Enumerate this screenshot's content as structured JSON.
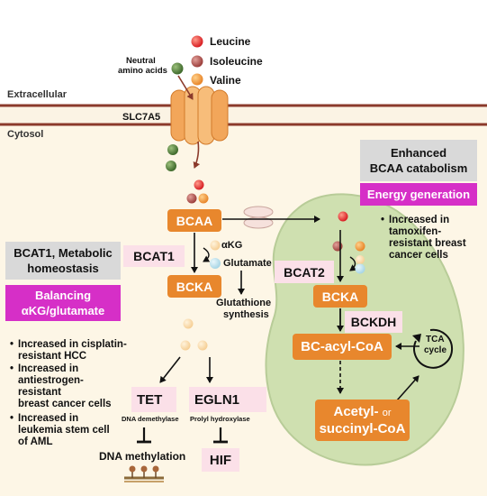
{
  "legend": {
    "leucine": "Leucine",
    "isoleucine": "Isoleucine",
    "valine": "Valine"
  },
  "labels": {
    "neutral_amino_acids_1": "Neutral",
    "neutral_amino_acids_2": "amino acids",
    "extracellular": "Extracellular",
    "cytosol": "Cytosol",
    "transporter": "SLC7A5",
    "akg": "αKG",
    "glutamate": "Glutamate",
    "glutathione_1": "Glutathione",
    "glutathione_2": "synthesis",
    "tet_sub": "DNA demethylase",
    "egln1_sub": "Prolyl hydroxylase",
    "dna_methylation": "DNA methylation",
    "tca_1": "TCA",
    "tca_2": "cycle"
  },
  "nodes": {
    "bcaa": "BCAA",
    "bcka_cyto": "BCKA",
    "bcka_mito": "BCKA",
    "bc_acyl_coa": "BC-acyl-CoA",
    "acetyl_1a": "Acetyl-",
    "acetyl_1b": "or",
    "acetyl_2": "succinyl-CoA"
  },
  "enzymes": {
    "bcat1": "BCAT1",
    "bcat2": "BCAT2",
    "bckdh": "BCKDH",
    "tet": "TET",
    "egln1": "EGLN1",
    "hif": "HIF"
  },
  "right_panel": {
    "title_1": "Enhanced",
    "title_2": "BCAA catabolism",
    "badge": "Energy generation",
    "bullets": [
      "Increased in",
      "tamoxifen-",
      "resistant breast",
      "cancer cells"
    ]
  },
  "left_panel": {
    "title_1": "BCAT1, Metabolic",
    "title_2": "homeostasis",
    "badge_1": "Balancing",
    "badge_2": "αKG/glutamate",
    "bullets": [
      [
        "Increased in cisplatin-",
        "resistant HCC"
      ],
      [
        "Increased in",
        "antiestrogen-",
        "resistant",
        "breast cancer cells"
      ],
      [
        "Increased in",
        "leukemia stem cell",
        "of AML"
      ]
    ]
  },
  "colors": {
    "leucine": "#e8262c",
    "isoleucine": "#b0504d",
    "valine": "#f0962a",
    "neutral": "#4f7d3a",
    "node_orange": "#e8872d",
    "enzyme_pink": "#fbe0e8",
    "badge_magenta": "#d62fc7",
    "membrane": "#8b3a2b",
    "cytosol_bg": "#fdf6e6",
    "mitochondrion": "#cfe0b0",
    "red_arrow": "#e02020"
  }
}
